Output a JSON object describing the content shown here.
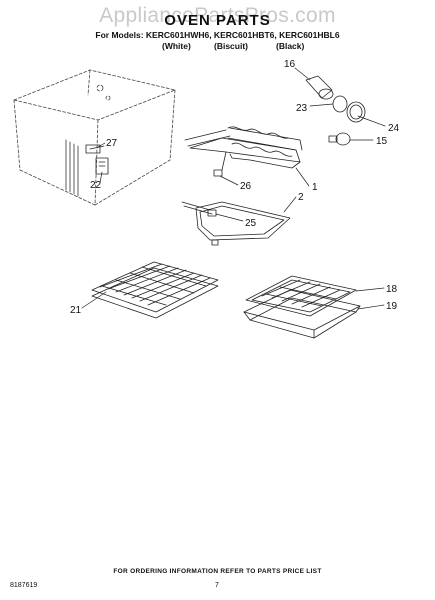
{
  "watermark": "AppliancePartsPros.com",
  "header": {
    "title": "OVEN PARTS",
    "models_line": "For Models: KERC601HWH6, KERC601HBT6, KERC601HBL6",
    "colors": [
      "(White)",
      "(Biscuit)",
      "(Black)"
    ]
  },
  "labels": {
    "p16": "16",
    "p23": "23",
    "p24": "24",
    "p15": "15",
    "p27": "27",
    "p22": "22",
    "p26": "26",
    "p1": "1",
    "p2": "2",
    "p25": "25",
    "p21": "21",
    "p18": "18",
    "p19": "19"
  },
  "footer": {
    "ordering_note": "FOR ORDERING INFORMATION REFER TO PARTS PRICE LIST",
    "doc_number": "8187619",
    "page_number": "7"
  }
}
